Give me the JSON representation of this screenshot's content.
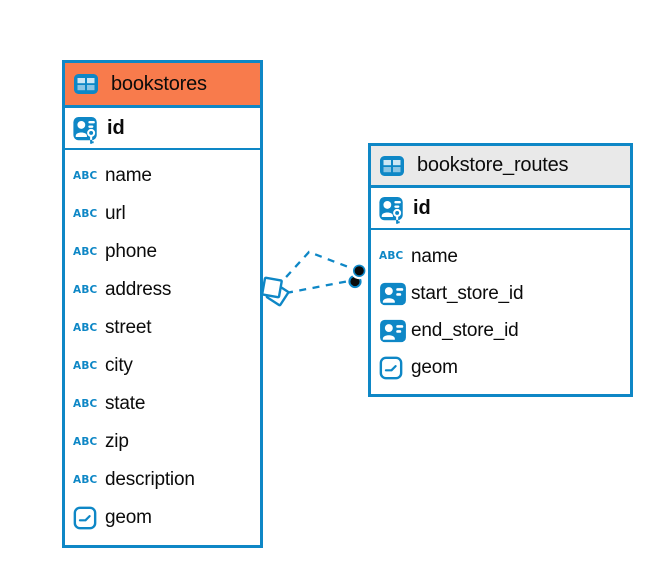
{
  "colors": {
    "accent_blue": "#0E87C6",
    "bookstores_header_orange": "#F87B4C",
    "routes_header_gray": "#E9E9E9",
    "endpoint_dot_black": "#0b0b0b"
  },
  "icon_text": {
    "abc": "ABC"
  },
  "tables": [
    {
      "title": "bookstores",
      "header_style": "orange",
      "primary_key": {
        "label": "id",
        "icon": "pk-icon"
      },
      "columns": [
        {
          "label": "name",
          "icon": "text-icon"
        },
        {
          "label": "url",
          "icon": "text-icon"
        },
        {
          "label": "phone",
          "icon": "text-icon"
        },
        {
          "label": "address",
          "icon": "text-icon"
        },
        {
          "label": "street",
          "icon": "text-icon"
        },
        {
          "label": "city",
          "icon": "text-icon"
        },
        {
          "label": "state",
          "icon": "text-icon"
        },
        {
          "label": "zip",
          "icon": "text-icon"
        },
        {
          "label": "description",
          "icon": "text-icon"
        },
        {
          "label": "geom",
          "icon": "geom-icon"
        }
      ]
    },
    {
      "title": "bookstore_routes",
      "header_style": "gray",
      "primary_key": {
        "label": "id",
        "icon": "pk-icon"
      },
      "columns": [
        {
          "label": "name",
          "icon": "text-icon"
        },
        {
          "label": "start_store_id",
          "icon": "fk-icon"
        },
        {
          "label": "end_store_id",
          "icon": "fk-icon"
        },
        {
          "label": "geom",
          "icon": "geom-icon"
        }
      ]
    }
  ],
  "relationships": [
    {
      "from_table": "bookstores",
      "to_table": "bookstore_routes",
      "line_style": "dashed",
      "left_marker": "diamond",
      "right_marker": "dot"
    },
    {
      "from_table": "bookstores",
      "to_table": "bookstore_routes",
      "line_style": "dashed",
      "left_marker": "diamond",
      "right_marker": "dot"
    }
  ]
}
